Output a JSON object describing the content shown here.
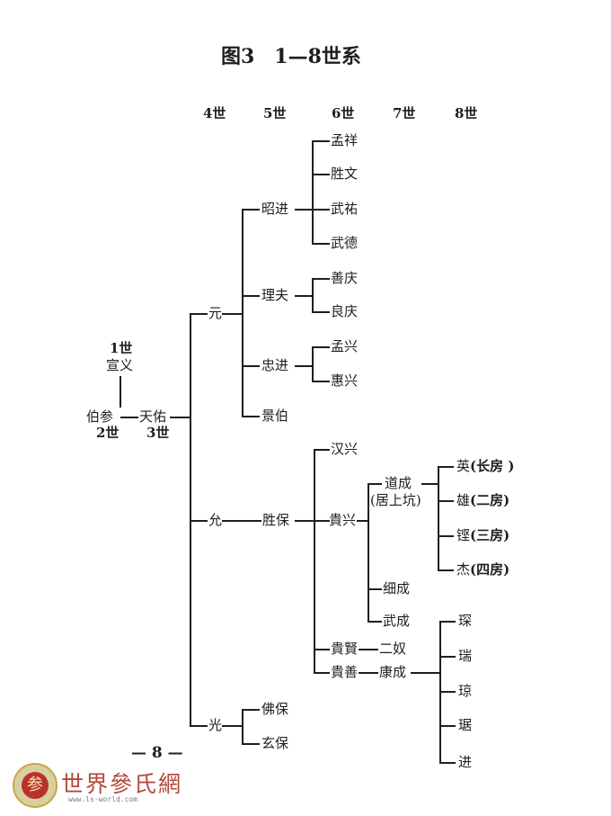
{
  "title": "图3　1—8世系",
  "generations": [
    "4世",
    "5世",
    "6世",
    "7世",
    "8世"
  ],
  "gen1": {
    "label": "1世",
    "name": "宣义"
  },
  "gen2": {
    "name": "伯参",
    "label": "2世"
  },
  "gen3": {
    "name": "天佑",
    "label": "3世"
  },
  "nodes": {
    "yuan": "元",
    "yun": "允",
    "guang": "光",
    "zhaojin": "昭进",
    "lifu": "理夫",
    "zhongjin": "忠进",
    "jingbo": "景伯",
    "shengbao": "胜保",
    "fobao": "佛保",
    "xuanbao": "玄保",
    "mengxiang": "孟祥",
    "shengwen": "胜文",
    "wuyou": "武祐",
    "wude": "武德",
    "shanqing": "善庆",
    "liangqing": "良庆",
    "mengxing": "孟兴",
    "huixing": "惠兴",
    "hanxing": "汉兴",
    "guixing": "貴兴",
    "guixian": "貴賢",
    "guishan": "貴善",
    "daocheng": "道成",
    "daocheng_note": "(居上坑)",
    "xicheng": "细成",
    "wucheng": "武成",
    "ernu": "二奴",
    "kangcheng": "康成",
    "ying": "英",
    "ying_note": "(长房 )",
    "xiong": "雄",
    "xiong_note": "(二房)",
    "jian": "铿",
    "jian_note": "(三房)",
    "jie": "杰",
    "jie_note": "(四房)",
    "chen": "琛",
    "rui": "瑞",
    "qiong": "琼",
    "ju": "琚",
    "jin": "进"
  },
  "page_number": "— 8 —",
  "watermark": {
    "brand": "世界參氏網",
    "url": "www.ls-world.com",
    "logo_char": "参"
  }
}
